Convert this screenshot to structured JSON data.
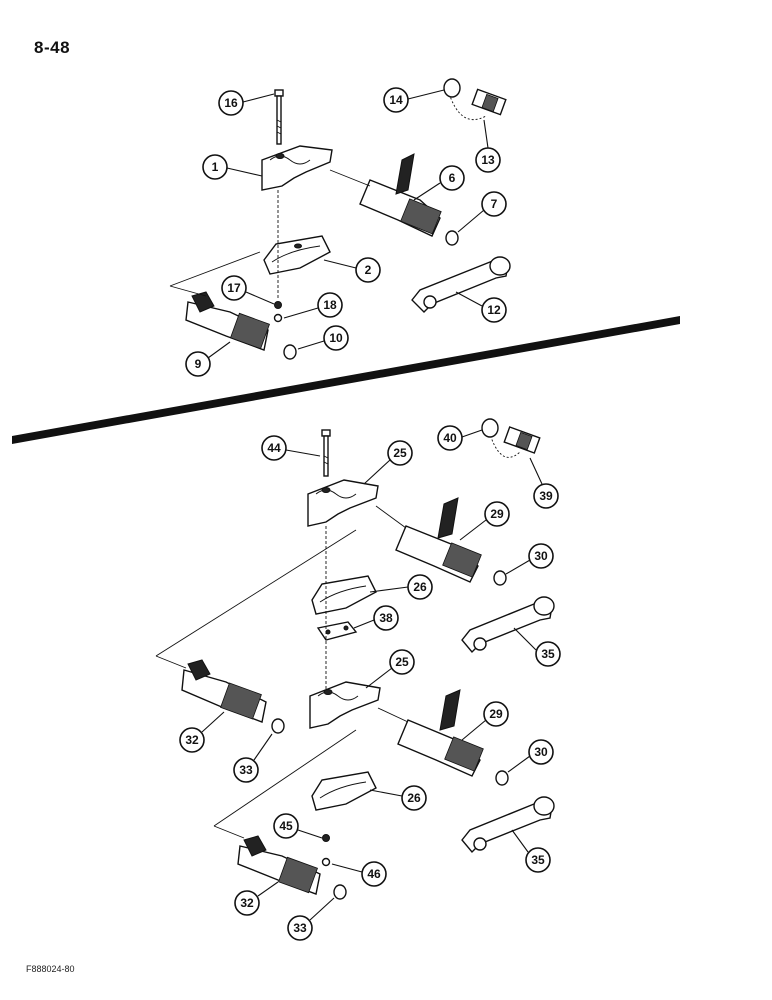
{
  "page_number": "8-48",
  "figure_code": "F888024-80",
  "callouts_top": [
    "16",
    "14",
    "13",
    "1",
    "6",
    "7",
    "2",
    "12",
    "17",
    "18",
    "10",
    "9"
  ],
  "callouts_bottom": [
    "44",
    "40",
    "25",
    "39",
    "29",
    "30",
    "26",
    "38",
    "35",
    "25",
    "32",
    "29",
    "33",
    "30",
    "26",
    "45",
    "46",
    "35",
    "32",
    "33"
  ]
}
